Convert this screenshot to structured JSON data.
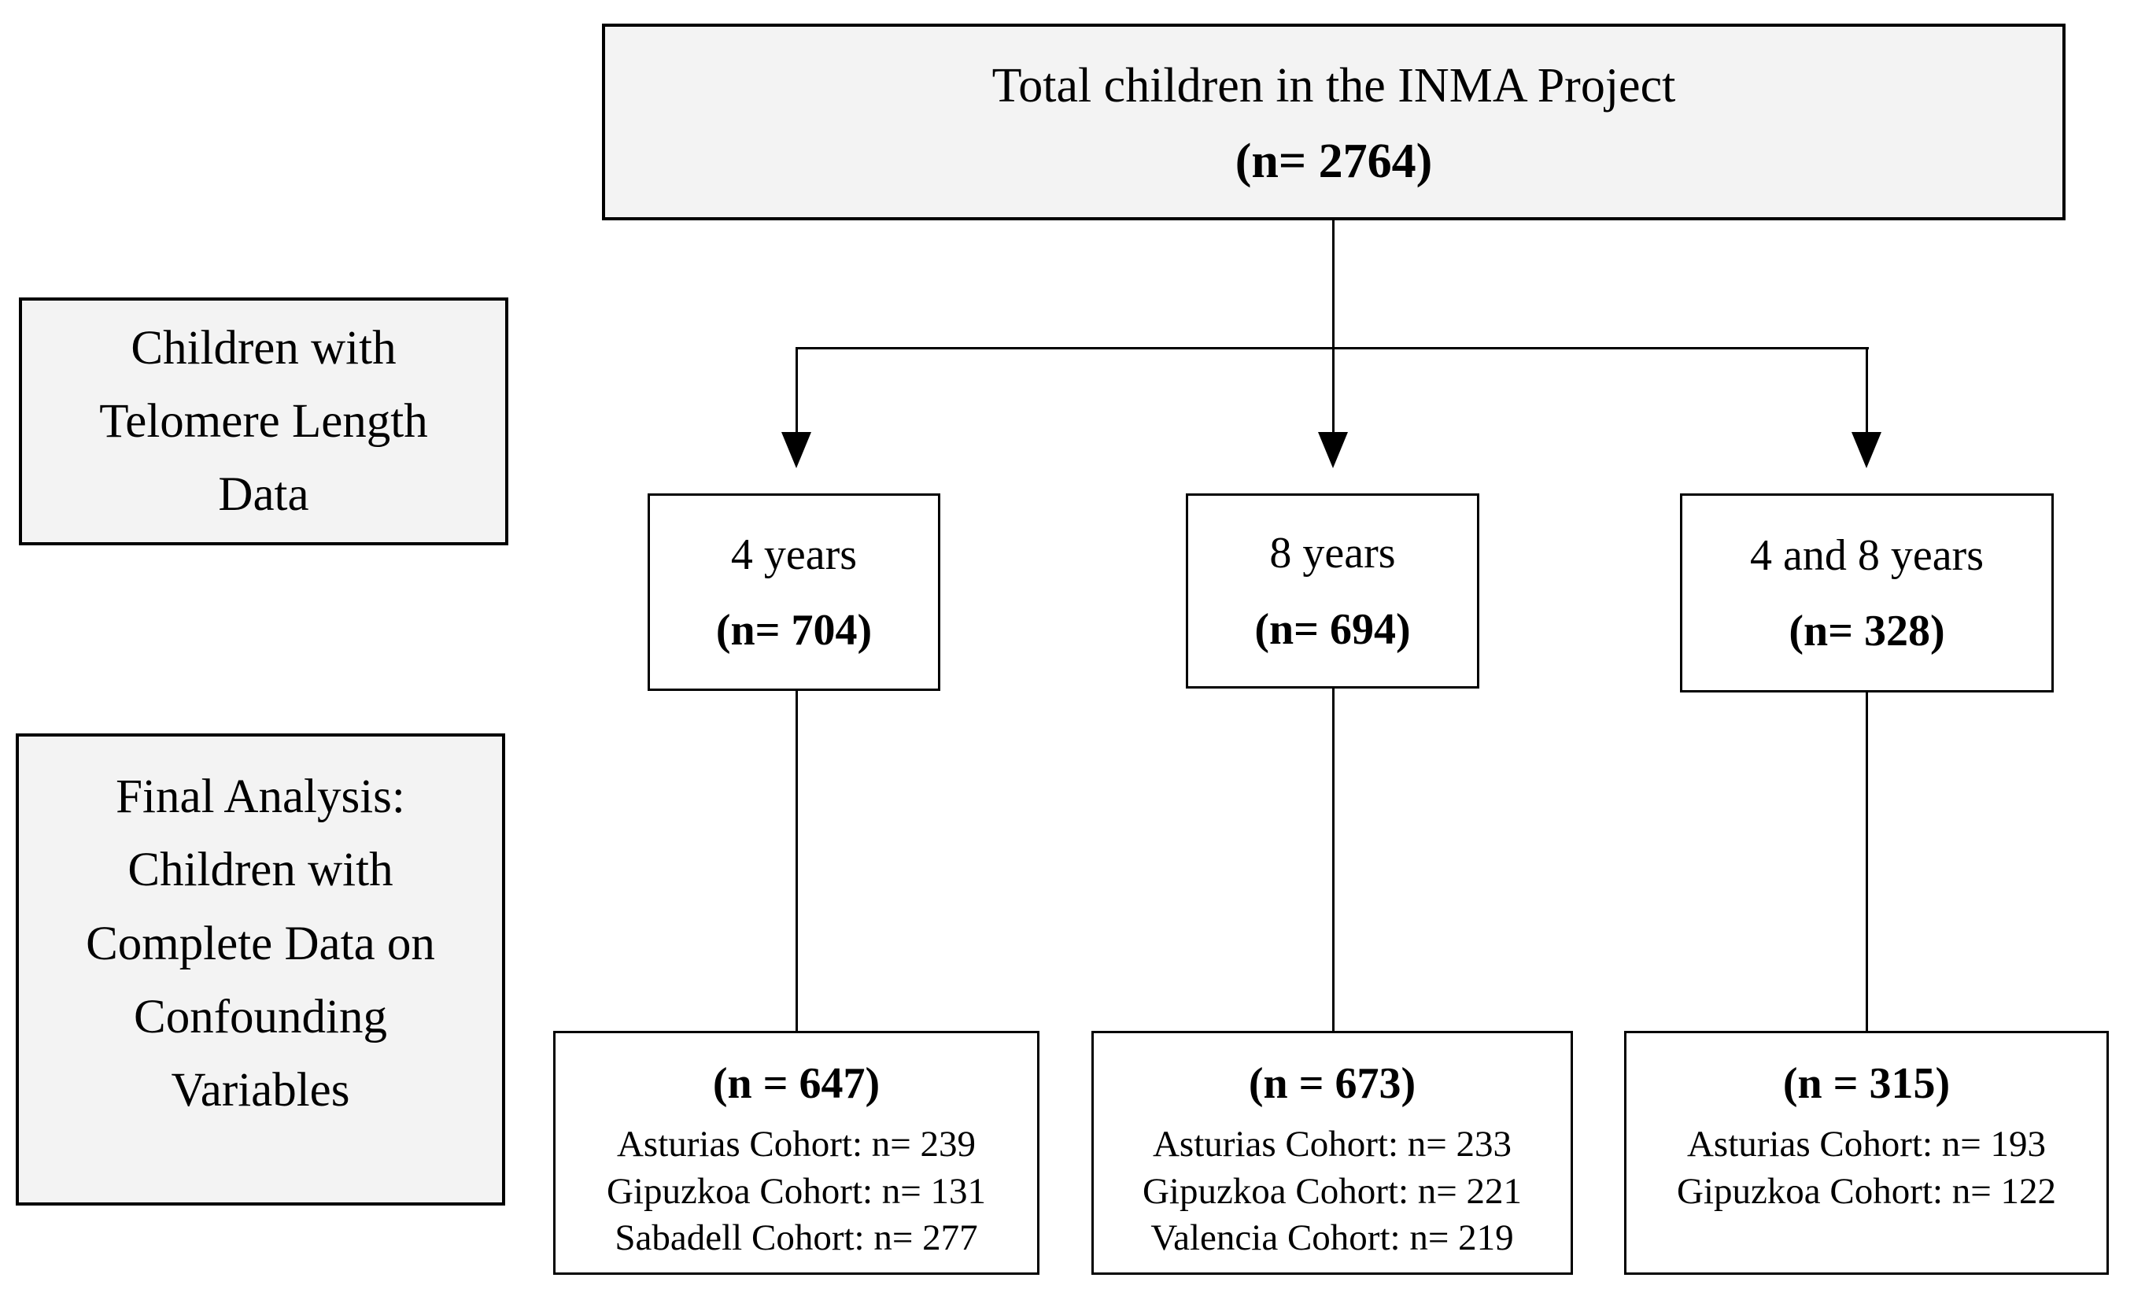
{
  "top_box": {
    "line1": "Total children in the INMA Project",
    "line2": "(n= 2764)"
  },
  "side_labels": {
    "telomere": {
      "lines": [
        "Children with",
        "Telomere Length",
        "Data"
      ]
    },
    "final_analysis": {
      "lines": [
        "Final Analysis:",
        "Children with",
        "Complete Data on",
        "Confounding",
        "Variables"
      ]
    }
  },
  "age_groups": [
    {
      "label": "4 years",
      "n_text": "(n= 704)"
    },
    {
      "label": "8 years",
      "n_text": "(n= 694)"
    },
    {
      "label": "4 and 8 years",
      "n_text": "(n= 328)"
    }
  ],
  "final_groups": [
    {
      "n_text": "(n = 647)",
      "cohort_lines": [
        "Asturias Cohort: n= 239",
        "Gipuzkoa Cohort: n= 131",
        "Sabadell Cohort: n= 277"
      ]
    },
    {
      "n_text": "(n = 673)",
      "cohort_lines": [
        "Asturias Cohort: n= 233",
        "Gipuzkoa Cohort: n= 221",
        "Valencia Cohort: n= 219"
      ]
    },
    {
      "n_text": "(n = 315)",
      "cohort_lines": [
        "Asturias Cohort: n= 193",
        "Gipuzkoa Cohort: n= 122"
      ]
    }
  ],
  "colors": {
    "box_fill_gray": "#f3f3f3",
    "box_fill_white": "#ffffff",
    "line": "#000000",
    "background": "#ffffff"
  }
}
